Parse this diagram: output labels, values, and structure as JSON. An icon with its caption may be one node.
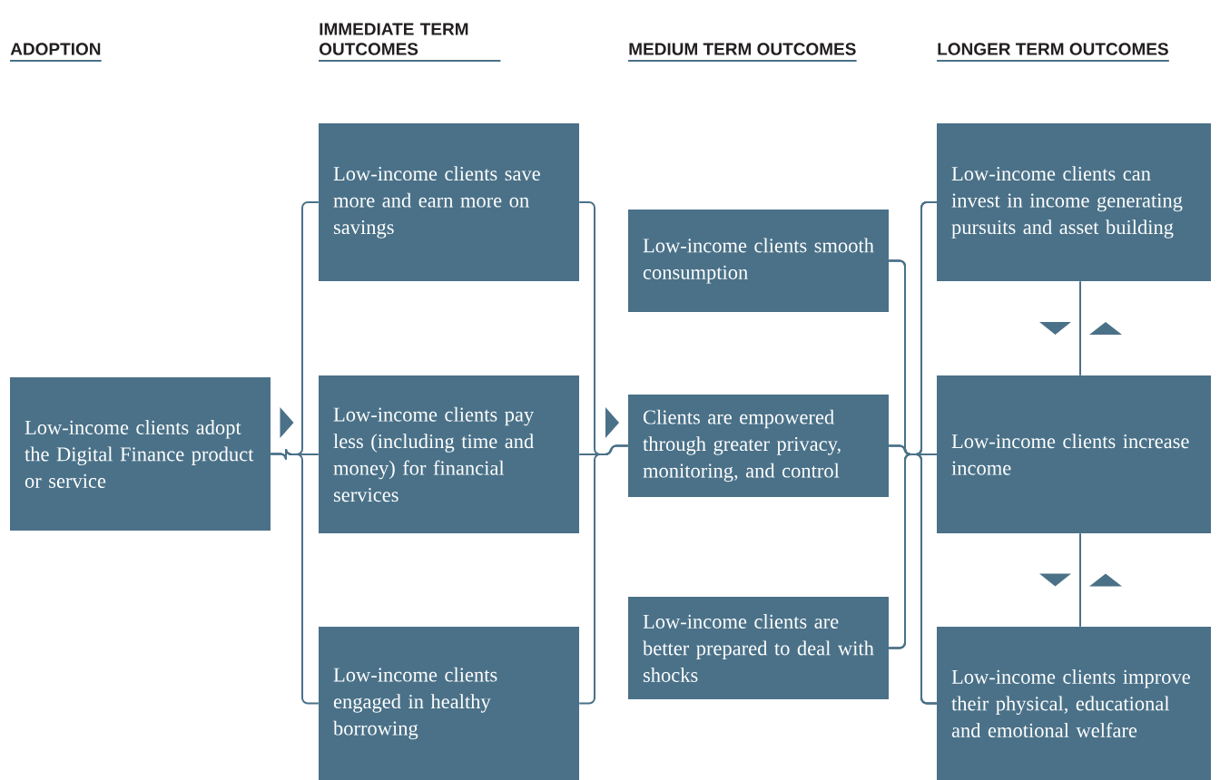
{
  "diagram": {
    "nodes": [
      {
        "text": [
          "Low-income clients adopt the Digital Finance product or service"
        ]
      },
      {
        "text": [
          "Low-income clients save more and earn more on savings"
        ]
      },
      {
        "text": [
          "Low-income clients pay less (including time and money) for financial services"
        ]
      },
      {
        "text": [
          "Low-income clients engaged in healthy borrowing"
        ]
      },
      {
        "text": [
          "Low-income clients smooth consumption"
        ]
      },
      {
        "text": [
          "Clients are empowered through greater privacy, monitoring, and control"
        ]
      },
      {
        "text": [
          "Low-income clients are better prepared to deal with shocks"
        ]
      },
      {
        "text": [
          "Low-income clients can invest in income generating pursuits and asset building"
        ]
      },
      {
        "text": [
          "Low-income clients increase income"
        ]
      },
      {
        "text": [
          "Low-income clients improve their physical, educational and emotional welfare"
        ]
      }
    ],
    "edges": [
      {
        "from": 0,
        "to": 1,
        "arrow": "none"
      },
      {
        "from": 0,
        "to": 2,
        "arrow": "none"
      },
      {
        "from": 0,
        "to": 3,
        "arrow": "none"
      },
      {
        "from": 1,
        "to": 5,
        "arrow": "none"
      },
      {
        "from": 2,
        "to": 5,
        "arrow": "none"
      },
      {
        "from": 3,
        "to": 5,
        "arrow": "none"
      },
      {
        "from": 4,
        "to": 7,
        "arrow": "none"
      },
      {
        "from": 4,
        "to": 8,
        "arrow": "none"
      },
      {
        "from": 4,
        "to": 9,
        "arrow": "none"
      },
      {
        "from": 5,
        "to": 7,
        "arrow": "none"
      },
      {
        "from": 5,
        "to": 8,
        "arrow": "none"
      },
      {
        "from": 5,
        "to": 9,
        "arrow": "none"
      },
      {
        "from": 6,
        "to": 7,
        "arrow": "none"
      },
      {
        "from": 6,
        "to": 8,
        "arrow": "none"
      },
      {
        "from": 6,
        "to": 9,
        "arrow": "none"
      },
      {
        "from": 7,
        "to": 8,
        "arrow": "none"
      },
      {
        "from": 8,
        "to": 9,
        "arrow": "none"
      }
    ],
    "labels": [
      "ADOPTION",
      "IMMEDIATE TERM OUTCOMES",
      "MEDIUM TERM OUTCOMES",
      "LONGER TERM OUTCOMES"
    ]
  }
}
